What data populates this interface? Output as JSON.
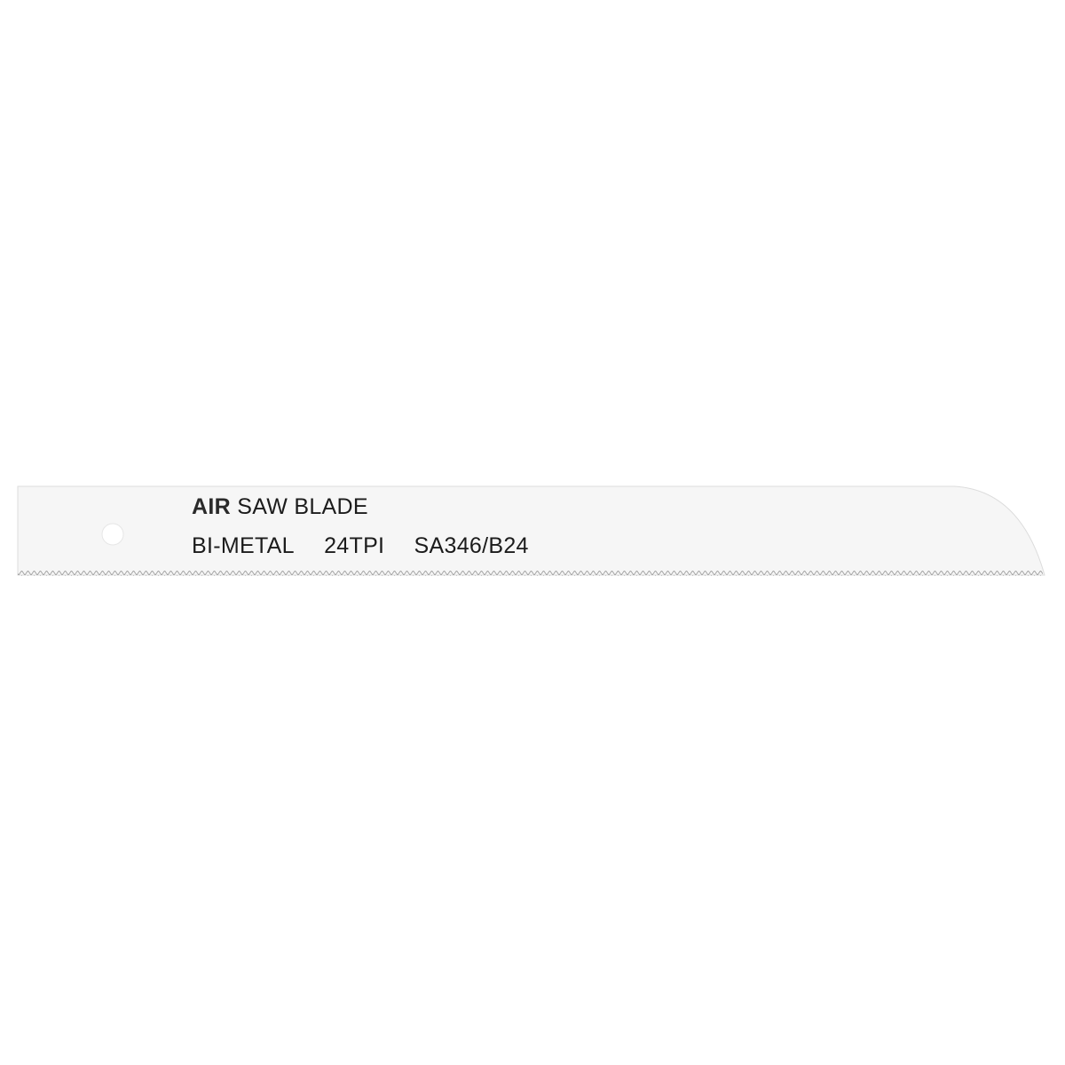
{
  "image": {
    "subject": "saw-blade",
    "background_color": "#ffffff",
    "blade_color": "#f6f6f6",
    "edge_color": "#d8d8d8"
  },
  "blade": {
    "title_bold": "AIR",
    "title_rest": "SAW BLADE",
    "spec_material": "BI-METAL",
    "spec_tpi": "24TPI",
    "spec_model": "SA346/B24"
  }
}
